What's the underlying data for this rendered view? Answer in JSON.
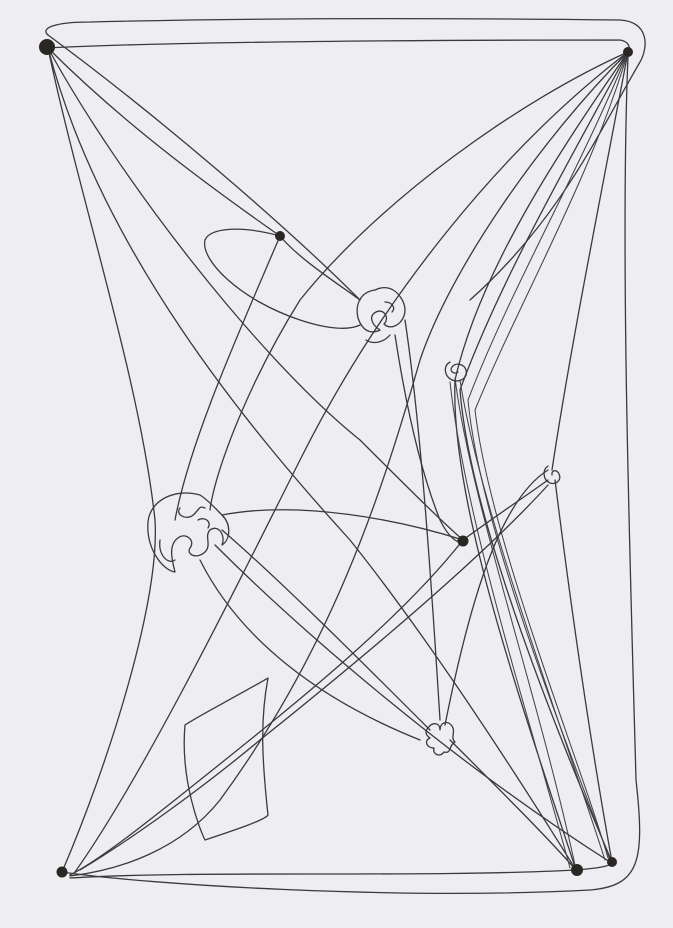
{
  "image": {
    "kind": "pen drawing on paper",
    "paper_color": "#eeeef2",
    "ink_color": "#3a3a3a",
    "dot_color": "#2a2622"
  },
  "nodes": [
    {
      "name": "dot-top-left"
    },
    {
      "name": "dot-top-right"
    },
    {
      "name": "dot-upper-middle"
    },
    {
      "name": "dot-center-right"
    },
    {
      "name": "dot-bottom-left"
    },
    {
      "name": "dot-bottom-right-a"
    },
    {
      "name": "dot-bottom-right-b"
    }
  ],
  "motifs": [
    {
      "name": "spiral-motif-left"
    },
    {
      "name": "spiral-motif-upper-center"
    },
    {
      "name": "spiral-motif-right-small"
    },
    {
      "name": "spiral-motif-right-tiny"
    },
    {
      "name": "squiggle-motif-lower-center"
    }
  ]
}
